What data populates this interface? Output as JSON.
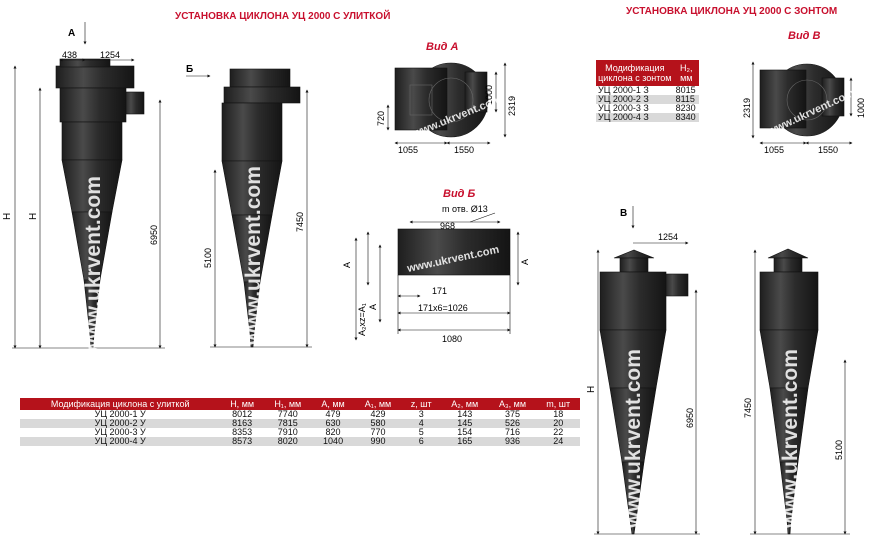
{
  "titles": {
    "left": "УСТАНОВКА ЦИКЛОНА УЦ 2000 С УЛИТКОЙ",
    "right": "УСТАНОВКА ЦИКЛОНА УЦ 2000 С ЗОНТОМ"
  },
  "views": {
    "a": "Вид А",
    "b": "Вид Б",
    "v": "Вид В"
  },
  "arrows": {
    "a": "А",
    "b": "Б",
    "v": "В"
  },
  "watermark": "www.ukrvent.com",
  "dims": {
    "d438": "438",
    "d1254": "1254",
    "H": "H",
    "H1": "H",
    "d6950": "6950",
    "d5100": "5100",
    "d7450": "7450",
    "va_720": "720",
    "va_1000": "1000",
    "va_2319": "2319",
    "va_1055": "1055",
    "va_1550": "1550",
    "vb_holes": "m отв. Ø13",
    "vb_968": "968",
    "vb_A": "A",
    "vb_A3": "A",
    "vb_Azx": "A₂xz=A₁",
    "vb_A4": "A",
    "vb_171": "171",
    "vb_171x6": "171x6=1026",
    "vb_1080": "1080",
    "vv_2319": "2319",
    "vv_1000": "1000",
    "vv_1055": "1055",
    "vv_1550": "1550",
    "r_1254": "1254",
    "H2": "H",
    "r_6950": "6950",
    "r_7450": "7450",
    "r_5100": "5100"
  },
  "main_table": {
    "headers": [
      "Модификация циклона с улиткой",
      "H, мм",
      "H₁, мм",
      "A, мм",
      "A₁, мм",
      "z, шт",
      "A₂, мм",
      "A₃, мм",
      "m, шт"
    ],
    "rows": [
      [
        "УЦ 2000-1 У",
        "8012",
        "7740",
        "479",
        "429",
        "3",
        "143",
        "375",
        "18"
      ],
      [
        "УЦ 2000-2 У",
        "8163",
        "7815",
        "630",
        "580",
        "4",
        "145",
        "526",
        "20"
      ],
      [
        "УЦ 2000-3 У",
        "8353",
        "7910",
        "820",
        "770",
        "5",
        "154",
        "716",
        "22"
      ],
      [
        "УЦ 2000-4 У",
        "8573",
        "8020",
        "1040",
        "990",
        "6",
        "165",
        "936",
        "24"
      ]
    ]
  },
  "top_table": {
    "headers": [
      "Модификация циклона с зонтом",
      "H₂, мм"
    ],
    "rows": [
      [
        "УЦ 2000-1 З",
        "8015"
      ],
      [
        "УЦ 2000-2 З",
        "8115"
      ],
      [
        "УЦ 2000-3 З",
        "8230"
      ],
      [
        "УЦ 2000-4 З",
        "8340"
      ]
    ]
  }
}
